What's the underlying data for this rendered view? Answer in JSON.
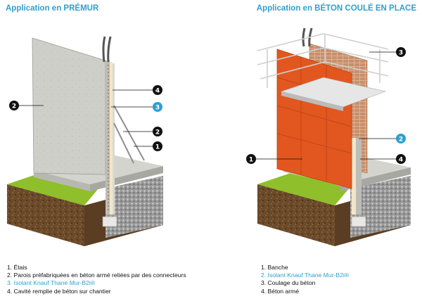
{
  "left": {
    "title_prefix": "Application en ",
    "title_strong": "PRÉMUR",
    "markers": [
      "2",
      "4",
      "3",
      "2",
      "1"
    ],
    "legend": [
      "1. Étais",
      "2. Parois préfabriquées en béton armé reliées par des connecteurs",
      "3. Isolant Knauf Thane Mur-B2i®",
      "4. Cavité remplie de béton sur chantier"
    ]
  },
  "right": {
    "title_prefix": "Application en ",
    "title_strong": "BÉTON COULÉ EN PLACE",
    "markers": [
      "3",
      "2",
      "1",
      "4"
    ],
    "legend": [
      "1. Banche",
      "2. Isolant Knauf Thane Mur-B2i®",
      "3. Coulage du béton",
      "4. Béton armé"
    ]
  },
  "colors": {
    "accent": "#2f9fd0",
    "formwork": "#e2571f",
    "concrete": "#c9c9c4",
    "soil": "#6b4a2a",
    "grass": "#8fbf2a",
    "insulation": "#f2e6c8"
  }
}
